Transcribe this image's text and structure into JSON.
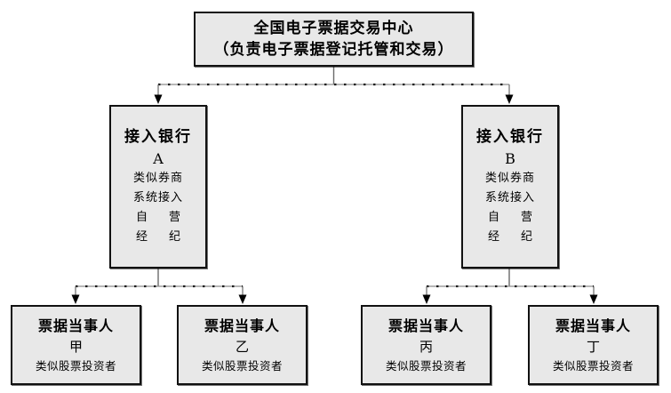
{
  "diagram": {
    "root": {
      "line1": "全国电子票据交易中心",
      "line2": "（负责电子票据登记托管和交易）"
    },
    "banks": [
      {
        "title": "接入银行",
        "label": "A",
        "note1": "类似券商",
        "note2": "系统接入",
        "spread1_left": "自",
        "spread1_right": "营",
        "spread2_left": "经",
        "spread2_right": "纪"
      },
      {
        "title": "接入银行",
        "label": "B",
        "note1": "类似券商",
        "note2": "系统接入",
        "spread1_left": "自",
        "spread1_right": "营",
        "spread2_left": "经",
        "spread2_right": "纪"
      }
    ],
    "parties": [
      {
        "title": "票据当事人",
        "label": "甲",
        "note": "类似股票投资者"
      },
      {
        "title": "票据当事人",
        "label": "乙",
        "note": "类似股票投资者"
      },
      {
        "title": "票据当事人",
        "label": "丙",
        "note": "类似股票投资者"
      },
      {
        "title": "票据当事人",
        "label": "丁",
        "note": "类似股票投资者"
      }
    ],
    "colors": {
      "background": "#ffffff",
      "text": "#000000",
      "box_fill": "#e8e8e8",
      "box_border": "#111111",
      "connector_gray": "#6a6a6a",
      "connector_dot": "#1f1f1f",
      "arrowhead": "#000000"
    }
  }
}
